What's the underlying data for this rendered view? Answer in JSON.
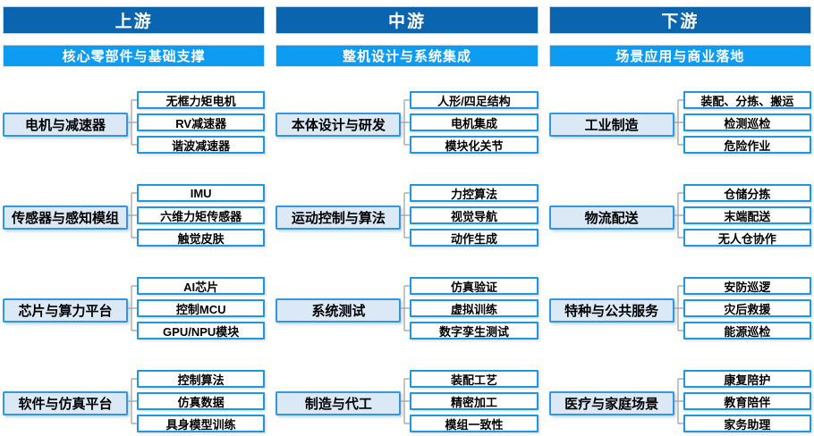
{
  "colors": {
    "header_bg": "#0B64AE",
    "subheader_bg": "#0E9BF2",
    "category_bg": "#DBE9F7",
    "category_border": "#2E98E4",
    "item_bg": "#FFFFFF",
    "item_border": "#1E97E3",
    "connector": "#ABABAB"
  },
  "columns": [
    {
      "id": "upstream",
      "header": "上游",
      "subheader": "核心零部件与基础支撑",
      "groups": [
        {
          "category": "电机与减速器",
          "items": [
            "无框力矩电机",
            "RV减速器",
            "谐波减速器"
          ]
        },
        {
          "category": "传感器与感知模组",
          "items": [
            "IMU",
            "六维力矩传感器",
            "触觉皮肤"
          ]
        },
        {
          "category": "芯片与算力平台",
          "items": [
            "AI芯片",
            "控制MCU",
            "GPU/NPU模块"
          ]
        },
        {
          "category": "软件与仿真平台",
          "items": [
            "控制算法",
            "仿真数据",
            "具身模型训练"
          ]
        }
      ]
    },
    {
      "id": "midstream",
      "header": "中游",
      "subheader": "整机设计与系统集成",
      "groups": [
        {
          "category": "本体设计与研发",
          "items": [
            "人形/四足结构",
            "电机集成",
            "模块化关节"
          ]
        },
        {
          "category": "运动控制与算法",
          "items": [
            "力控算法",
            "视觉导航",
            "动作生成"
          ]
        },
        {
          "category": "系统测试",
          "items": [
            "仿真验证",
            "虚拟训练",
            "数字孪生测试"
          ]
        },
        {
          "category": "制造与代工",
          "items": [
            "装配工艺",
            "精密加工",
            "模组一致性"
          ]
        }
      ]
    },
    {
      "id": "downstream",
      "header": "下游",
      "subheader": "场景应用与商业落地",
      "groups": [
        {
          "category": "工业制造",
          "items": [
            "装配、分拣、搬运",
            "检测巡检",
            "危险作业"
          ]
        },
        {
          "category": "物流配送",
          "items": [
            "仓储分拣",
            "末端配送",
            "无人仓协作"
          ]
        },
        {
          "category": "特种与公共服务",
          "items": [
            "安防巡逻",
            "灾后救援",
            "能源巡检"
          ]
        },
        {
          "category": "医疗与家庭场景",
          "items": [
            "康复陪护",
            "教育陪伴",
            "家务助理"
          ]
        }
      ]
    }
  ]
}
